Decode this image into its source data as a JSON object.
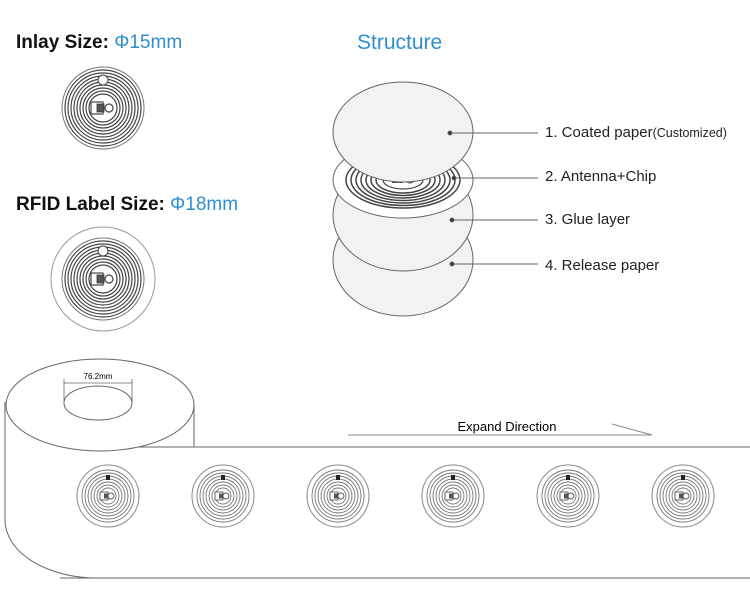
{
  "inlay": {
    "label": "Inlay Size:",
    "value": "Φ15mm"
  },
  "label_size": {
    "label": "RFID Label Size:",
    "value": "Φ18mm"
  },
  "structure": {
    "title": "Structure",
    "layers": [
      {
        "text": "1. Coated paper",
        "note": "(Customized)"
      },
      {
        "text": "2. Antenna+Chip",
        "note": ""
      },
      {
        "text": "3. Glue layer",
        "note": ""
      },
      {
        "text": "4. Release paper",
        "note": ""
      }
    ]
  },
  "roll": {
    "core_diameter": "76.2mm",
    "direction": "Expand Direction",
    "tag_count": 6
  },
  "colors": {
    "accent": "#2f8fce",
    "line": "#555555",
    "disc_fill": "#f2f2f2"
  }
}
